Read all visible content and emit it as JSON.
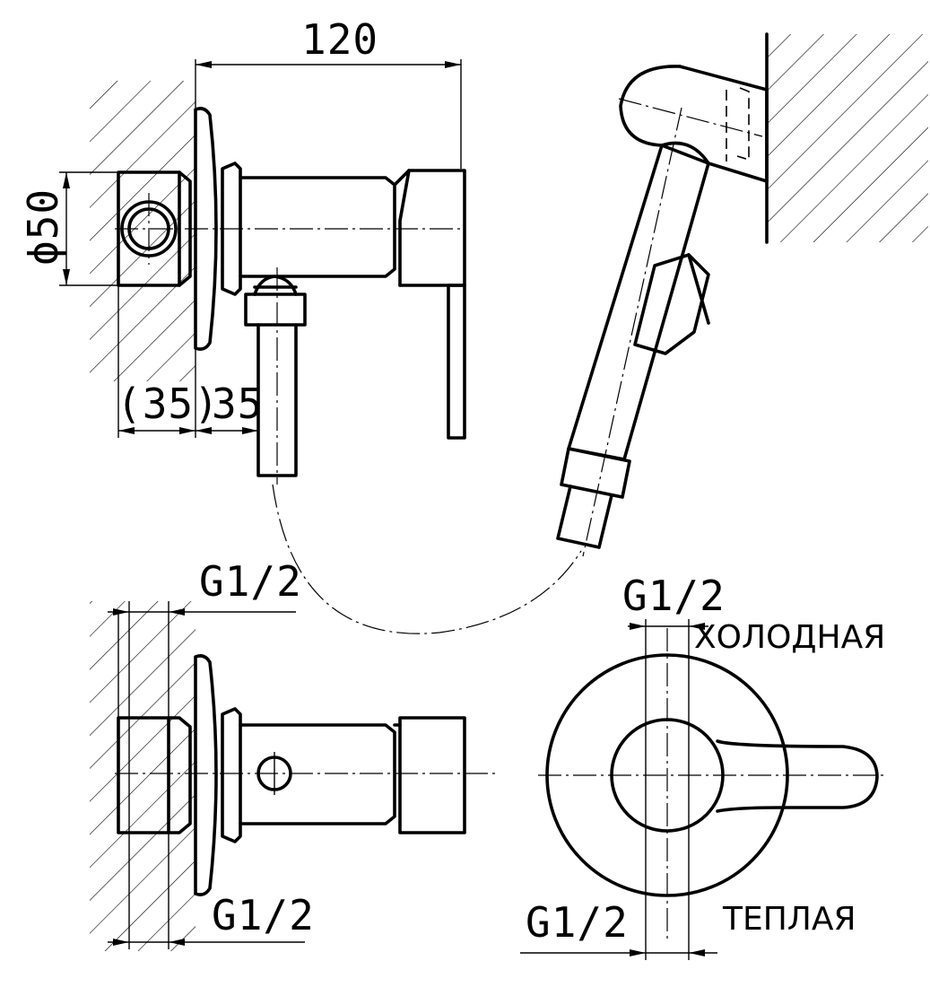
{
  "dimensions": {
    "width_120": "120",
    "diameter_50": "ϕ50",
    "wall_35": "(35)",
    "offset_35": "35",
    "thread_top_left": "G1/2",
    "thread_bottom_left": "G1/2",
    "thread_right_top": "G1/2",
    "thread_right_bottom": "G1/2"
  },
  "labels": {
    "cold": "ХОЛОДНАЯ",
    "warm": "ТЕПЛАЯ"
  }
}
